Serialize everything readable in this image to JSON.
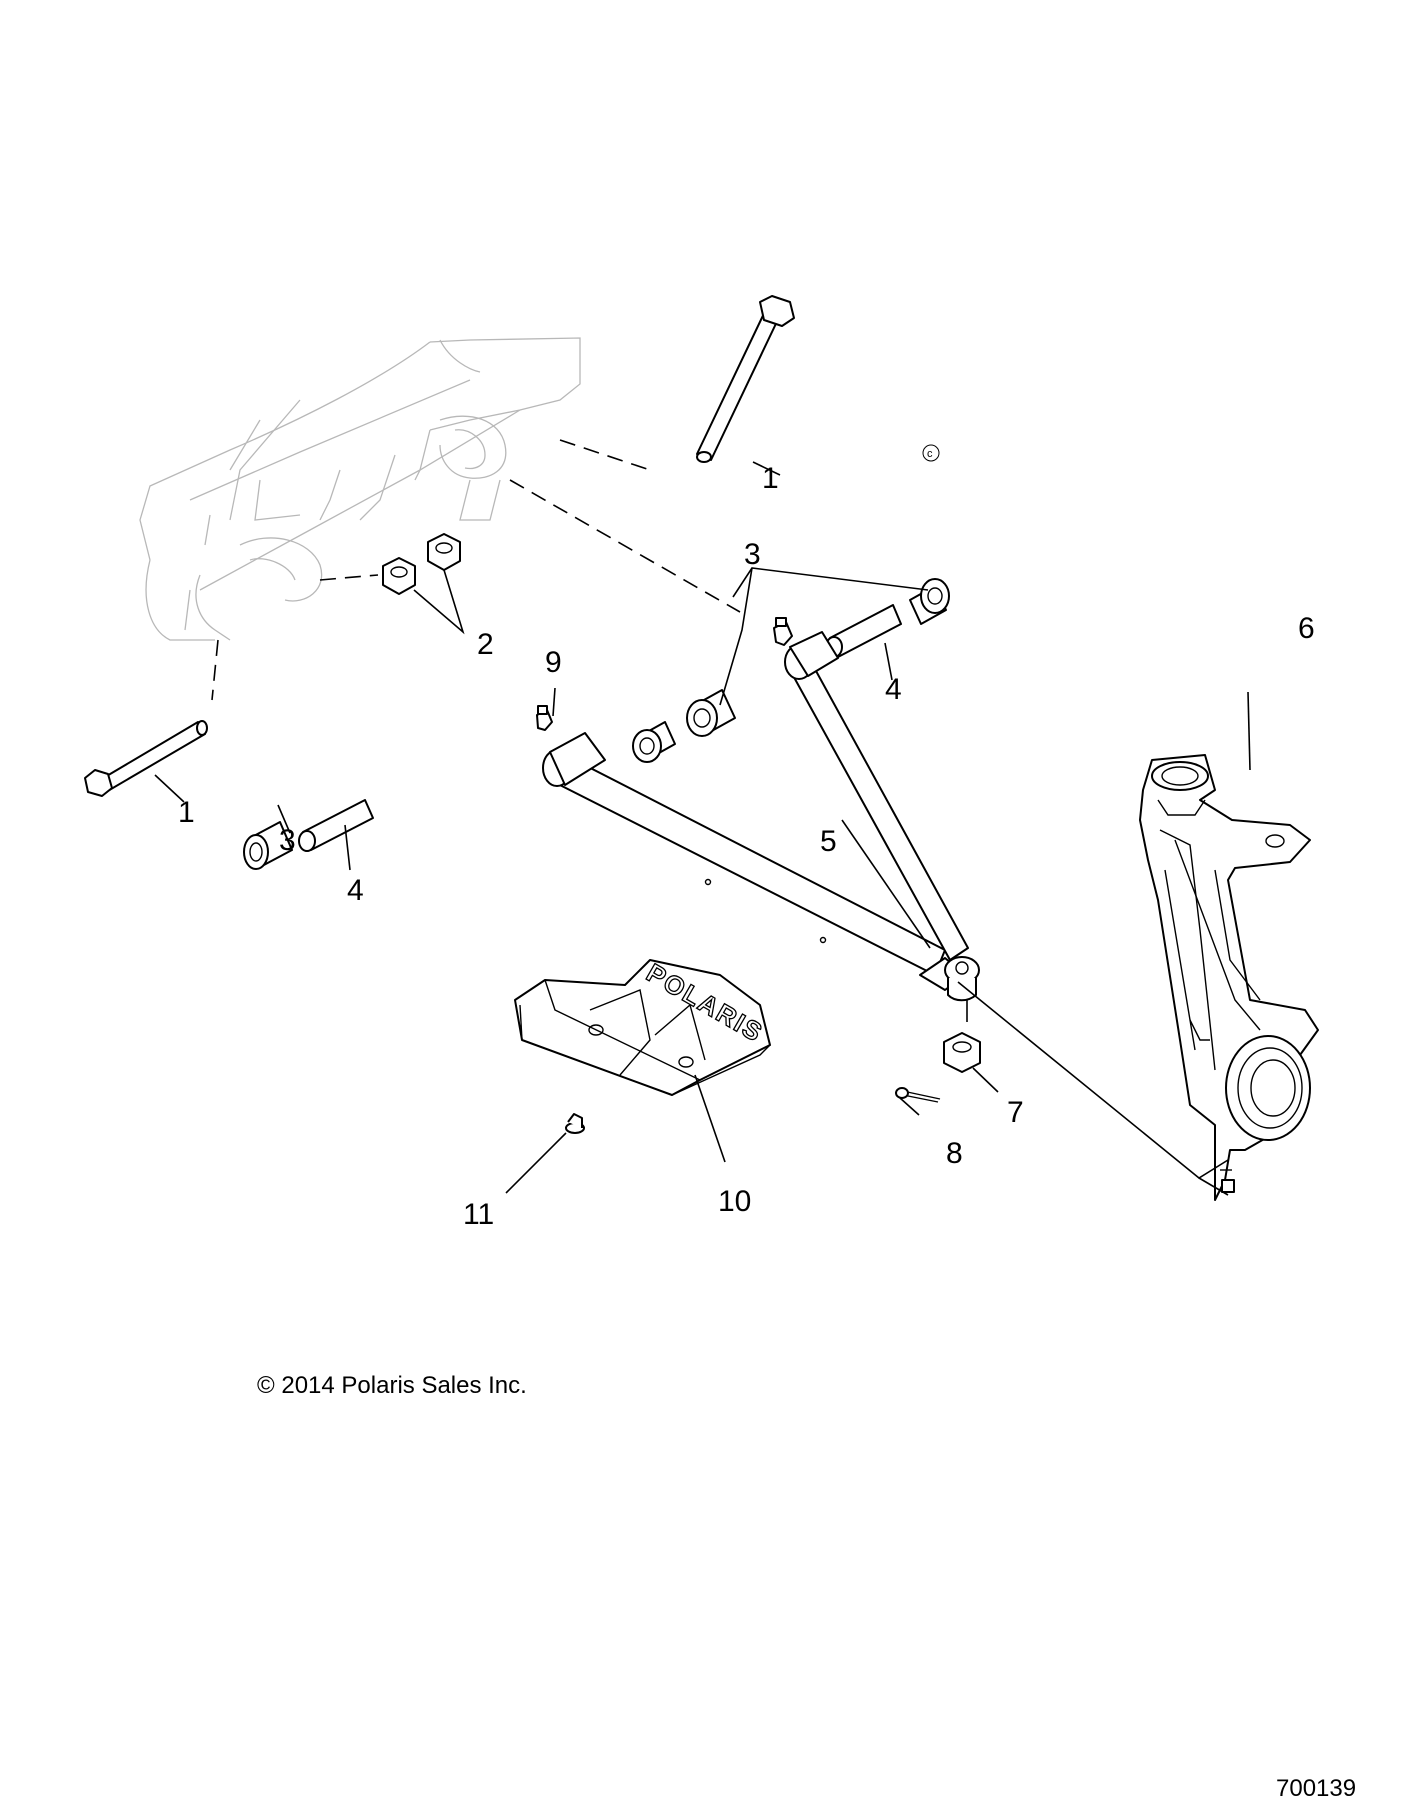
{
  "callouts": [
    {
      "id": "c1a",
      "text": "1"
    },
    {
      "id": "c1b",
      "text": "1"
    },
    {
      "id": "c2",
      "text": "2"
    },
    {
      "id": "c3a",
      "text": "3"
    },
    {
      "id": "c3b",
      "text": "3"
    },
    {
      "id": "c4a",
      "text": "4"
    },
    {
      "id": "c4b",
      "text": "4"
    },
    {
      "id": "c5",
      "text": "5"
    },
    {
      "id": "c6",
      "text": "6"
    },
    {
      "id": "c7",
      "text": "7"
    },
    {
      "id": "c8",
      "text": "8"
    },
    {
      "id": "c9",
      "text": "9"
    },
    {
      "id": "c10",
      "text": "10"
    },
    {
      "id": "c11",
      "text": "11"
    }
  ],
  "copyright_mark": "c",
  "copyright": "© 2014 Polaris Sales Inc.",
  "drawing_number": "700139",
  "guard_logo": "POLARIS"
}
